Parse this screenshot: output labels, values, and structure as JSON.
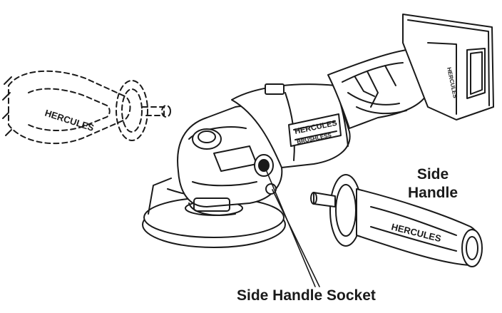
{
  "labels": {
    "side_handle_line1": "Side",
    "side_handle_line2": "Handle",
    "side_handle_socket": "Side Handle Socket"
  },
  "logos": {
    "body_brand": "HERCULES",
    "body_sub": "BRUSHLESS",
    "battery_side": "HERCULES",
    "handle_grip": "HERCULES"
  },
  "icons": [
    "angle-grinder-icon",
    "side-handle-icon",
    "battery-pack-icon",
    "wheel-guard-icon",
    "leader-line-icon"
  ],
  "colors": {
    "ink": "#1a1a1a",
    "fill": "#ffffff",
    "shade": "#8a8a8a"
  }
}
